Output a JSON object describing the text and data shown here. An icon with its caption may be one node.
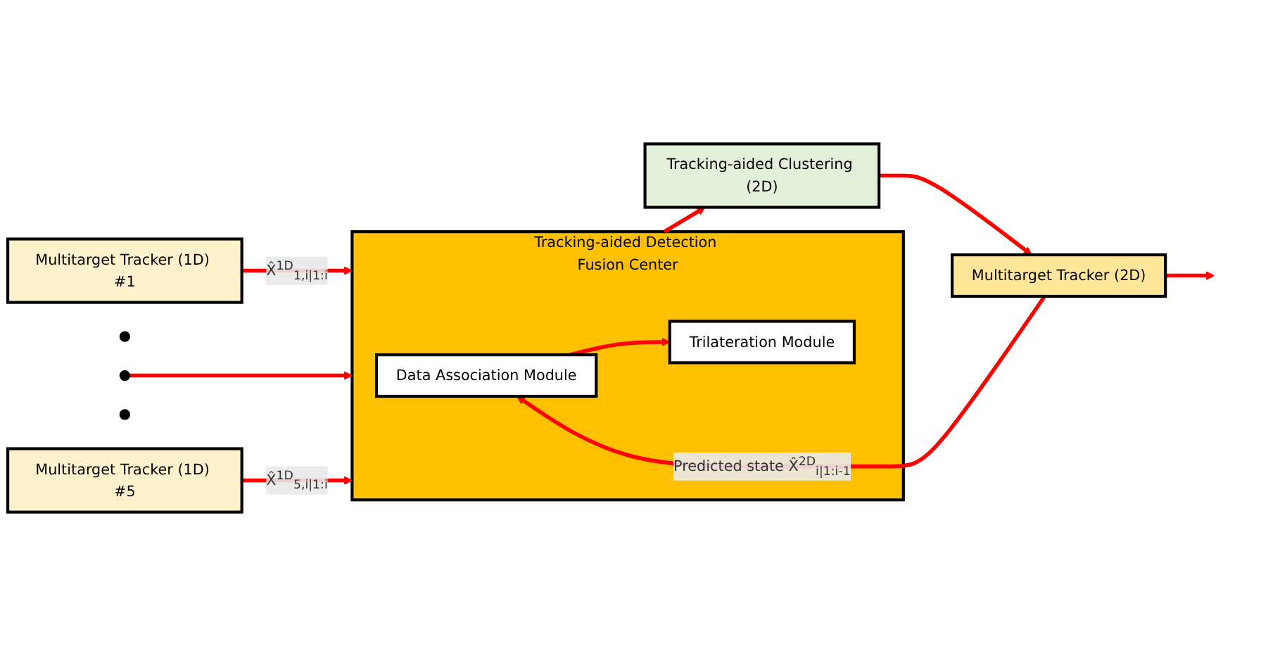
{
  "diagram": {
    "nodes": [
      {
        "text": [
          "Multitarget Tracker (1D) #1"
        ]
      },
      {
        "text": [],
        "shape": "circle"
      },
      {
        "text": [],
        "shape": "circle"
      },
      {
        "text": [],
        "shape": "circle"
      },
      {
        "text": [
          "Multitarget Tracker (1D) #5"
        ]
      },
      {
        "text": [
          "Tracking-aided Detection Fusion Center"
        ]
      },
      {
        "text": [
          "Data Association Module"
        ],
        "in": 5
      },
      {
        "text": [
          "Trilateration Module"
        ],
        "in": 5
      },
      {
        "text": [
          "Tracking-aided Clustering (2D)"
        ]
      },
      {
        "text": [
          "Multitarget Tracker (2D)"
        ]
      }
    ],
    "edges": [
      {
        "from": 0,
        "to": 5,
        "arrow": "to",
        "label": "X̂$^{1D}$$_{1,i|1:i}$"
      },
      {
        "from": 2,
        "to": 5,
        "arrow": "to"
      },
      {
        "from": 4,
        "to": 5,
        "arrow": "to",
        "label": "X̂$^{1D}$$_{5,i|1:i}$"
      },
      {
        "from": 6,
        "to": 7,
        "arrow": "to"
      },
      {
        "from": 5,
        "to": 8,
        "arrow": "to"
      },
      {
        "from": 8,
        "to": 9,
        "arrow": "to"
      },
      {
        "from": 9,
        "to": null,
        "arrow": "to"
      },
      {
        "from": 9,
        "to": 6,
        "arrow": "to",
        "label": "Predicted state X̂$^{2D}$$_{i|1:i-1}$"
      }
    ]
  }
}
